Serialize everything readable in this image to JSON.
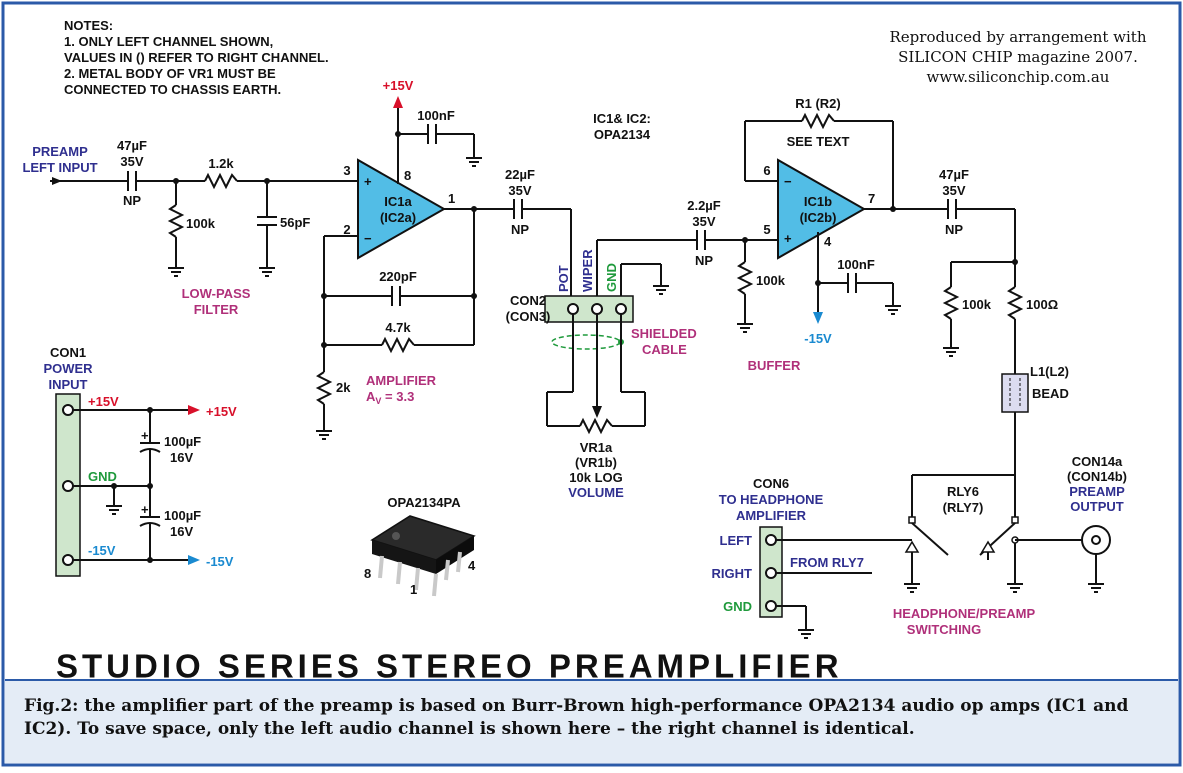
{
  "notes": {
    "heading": "NOTES:",
    "line1": "1. ONLY LEFT CHANNEL SHOWN,",
    "line2": "VALUES IN () REFER TO RIGHT CHANNEL.",
    "line3": "2. METAL BODY OF VR1 MUST BE",
    "line4": "CONNECTED TO CHASSIS EARTH."
  },
  "credit": {
    "line1": "Reproduced by arrangement with",
    "line2": "SILICON CHIP magazine 2007.",
    "line3": "www.siliconchip.com.au"
  },
  "title": "STUDIO SERIES STEREO PREAMPLIFIER",
  "caption": {
    "line1": "Fig.2: the amplifier part of the preamp is based on Burr-Brown high-performance OPA2134 audio op amps (IC1 and",
    "line2": "IC2). To save space, only the left audio channel is shown here – the right channel is identical."
  },
  "labels": {
    "preamp_in1": "PREAMP",
    "preamp_in2": "LEFT INPUT",
    "c1_val": "47µF",
    "c1_v": "35V",
    "c1_np": "NP",
    "r_1k2": "1.2k",
    "r_100k_a": "100k",
    "c_56p": "56pF",
    "lowpass1": "LOW-PASS",
    "lowpass2": "FILTER",
    "plus15_top": "+15V",
    "c_100n_top": "100nF",
    "pin3": "3",
    "pin8": "8",
    "pin2": "2",
    "pin1": "1",
    "ic1a": "IC1a",
    "ic2a": "(IC2a)",
    "c_220p": "220pF",
    "r_4k7": "4.7k",
    "r_2k": "2k",
    "amp1": "AMPLIFIER",
    "amp2": "A",
    "amp2_sub": "V",
    "amp2_val": " = 3.3",
    "ic_note1": "IC1& IC2:",
    "ic_note2": "OPA2134",
    "c_22u": "22µF",
    "c_22u_v": "35V",
    "c_22u_np": "NP",
    "pot": "POT",
    "wiper": "WIPER",
    "gnd_con2": "GND",
    "con2": "CON2",
    "con3": "(CON3)",
    "shield1": "SHIELDED",
    "shield2": "CABLE",
    "vr1a": "VR1a",
    "vr1b": "(VR1b)",
    "vr_val": "10k LOG",
    "volume": "VOLUME",
    "c_2u2": "2.2µF",
    "c_2u2_v": "35V",
    "c_2u2_np": "NP",
    "r_100k_b": "100k",
    "pin6": "6",
    "pin5": "5",
    "pin7": "7",
    "pin4": "4",
    "ic1b": "IC1b",
    "ic2b": "(IC2b)",
    "r1": "R1 (R2)",
    "see_text": "SEE TEXT",
    "c_100n_bot": "100nF",
    "minus15_ic": "-15V",
    "buffer": "BUFFER",
    "c_47u_out": "47µF",
    "c_47u_out_v": "35V",
    "c_47u_out_np": "NP",
    "r_100k_c": "100k",
    "r_100ohm": "100Ω",
    "l1": "L1(L2)",
    "bead": "BEAD",
    "con1": "CON1",
    "power1": "POWER",
    "power2": "INPUT",
    "p15": "+15V",
    "p15_out": "+15V",
    "gnd_pwr": "GND",
    "m15": "-15V",
    "m15_out": "-15V",
    "c_100u_1": "100µF",
    "c_100u_1v": "16V",
    "c_100u_2": "100µF",
    "c_100u_2v": "16V",
    "opa_pkg": "OPA2134PA",
    "pkg8": "8",
    "pkg1": "1",
    "pkg4": "4",
    "con6": "CON6",
    "hp1": "TO HEADPHONE",
    "hp2": "AMPLIFIER",
    "left": "LEFT",
    "right": "RIGHT",
    "gnd_hp": "GND",
    "from_rly7": "FROM RLY7",
    "rly6": "RLY6",
    "rly7": "(RLY7)",
    "sw1": "HEADPHONE/PREAMP",
    "sw2": "SWITCHING",
    "con14a": "CON14a",
    "con14b": "(CON14b)",
    "pre_out1": "PREAMP",
    "pre_out2": "OUTPUT"
  },
  "colors": {
    "background": "#ffffff",
    "caption_bg": "#e4ecf6",
    "border": "#2b5aa8",
    "opamp_fill": "#52bde6",
    "connector_fill": "#cfe6cc",
    "red": "#d8102a",
    "blue": "#2f2f8f",
    "magenta": "#b0307a",
    "green": "#1f9a3c",
    "cyan": "#1a8ad0"
  }
}
